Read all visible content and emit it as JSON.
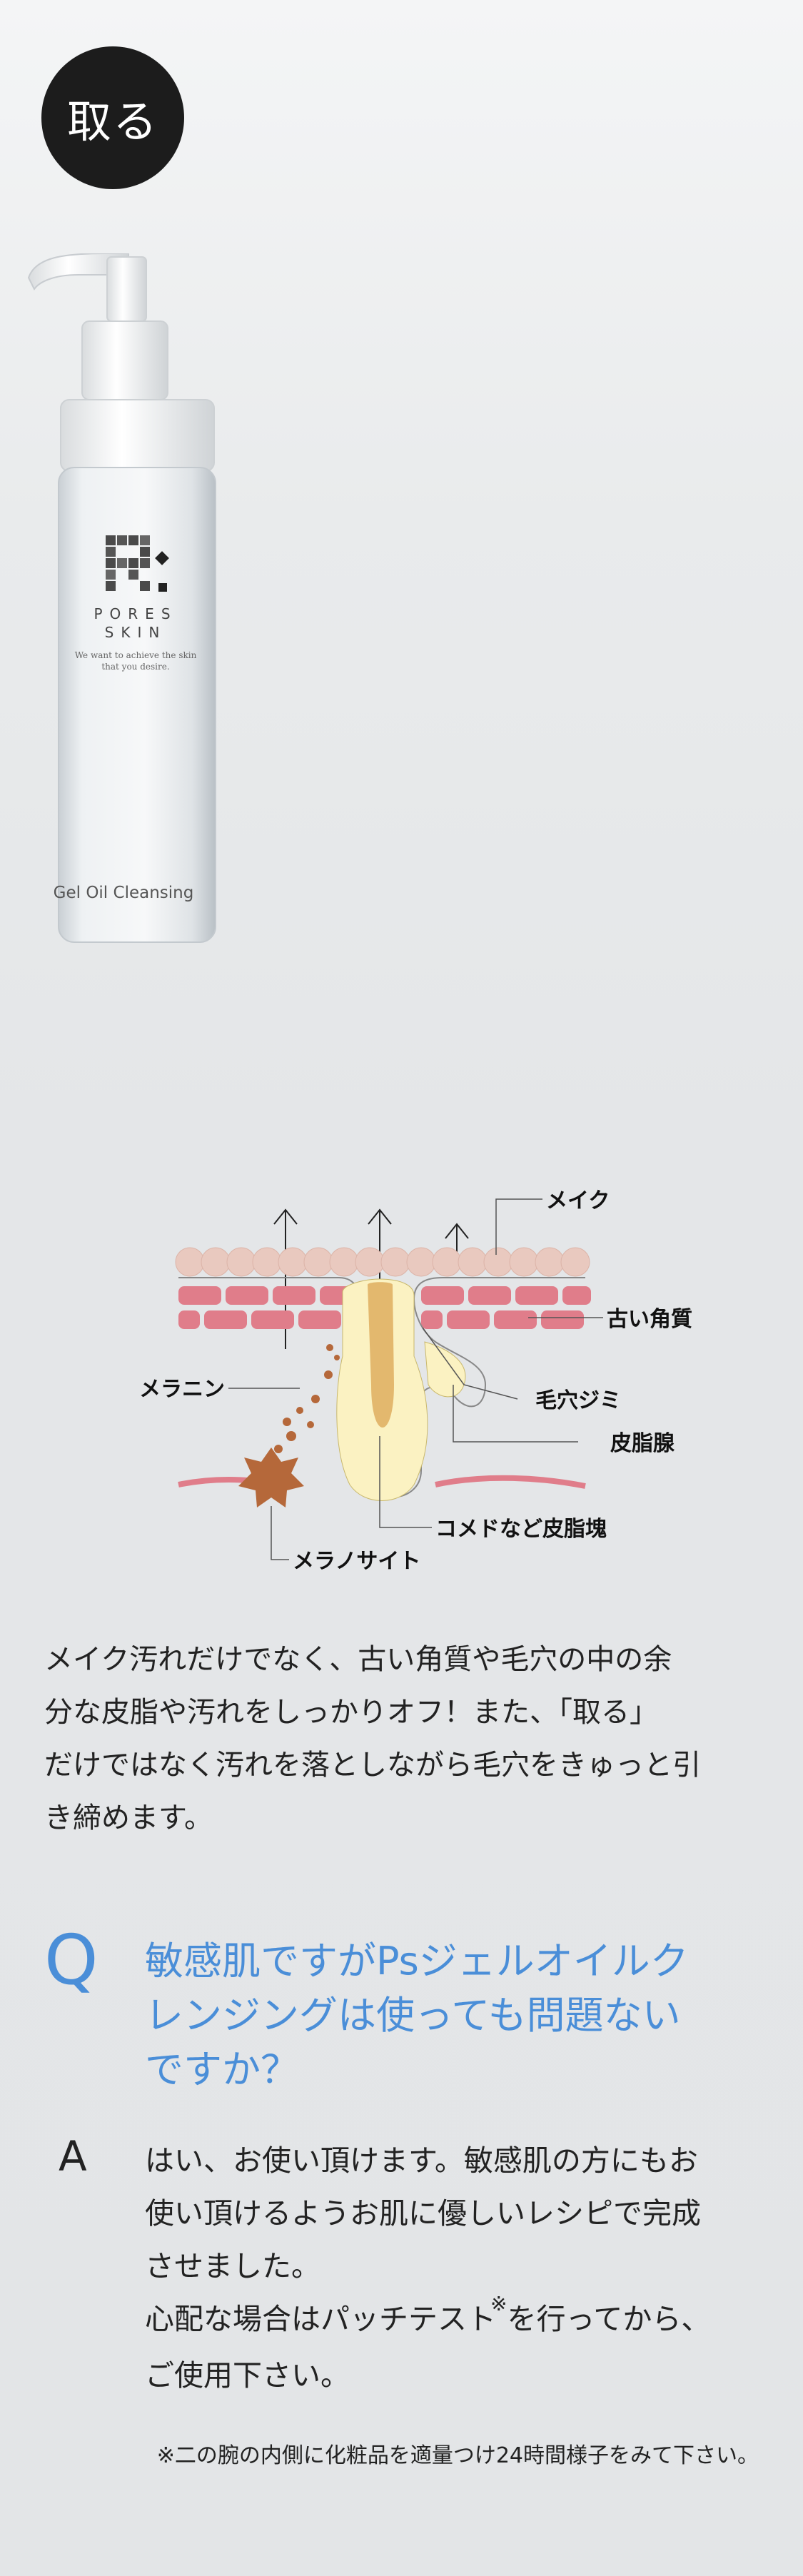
{
  "badge": {
    "label": "取る"
  },
  "product": {
    "brand_line1": "PORES",
    "brand_line2": "SKIN",
    "tagline_line1": "We want to achieve the skin",
    "tagline_line2": "that you desire.",
    "name": "Gel Oil Cleansing"
  },
  "diagram": {
    "labels": {
      "makeup": "メイク",
      "old_keratin": "古い角質",
      "melanin": "メラニン",
      "pore_spot": "毛穴ジミ",
      "sebaceous_gland": "皮脂腺",
      "comedo": "コメドなど皮脂塊",
      "melanocyte": "メラノサイト"
    }
  },
  "description": {
    "line1": "メイク汚れだけでなく、古い角質や毛穴の中の余",
    "line2": "分な皮脂や汚れをしっかりオフ！また、「取る」",
    "line3": "だけではなく汚れを落としながら毛穴をきゅっと引",
    "line4": "き締めます。"
  },
  "faq": {
    "q_mark": "Q",
    "question_line1": "敏感肌ですがPsジェルオイルク",
    "question_line2": "レンジングは使っても問題ない",
    "question_line3": "ですか？",
    "a_mark": "A",
    "answer_line1": "はい、お使い頂けます。敏感肌の方にもお",
    "answer_line2": "使い頂けるようお肌に優しいレシピで完成",
    "answer_line3": "させました。",
    "answer_line4_a": "心配な場合はパッチテスト",
    "answer_line4_sup": "※",
    "answer_line4_b": "を行ってから、",
    "answer_line5": "ご使用下さい。",
    "footnote": "※二の腕の内側に化粧品を適量つけ24時間様子をみて下さい。"
  }
}
